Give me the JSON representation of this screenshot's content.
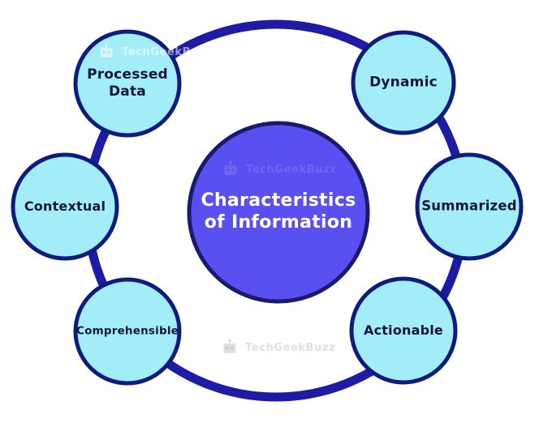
{
  "diagram": {
    "center_label": "Characteristics of Information",
    "nodes": [
      {
        "label": "Processed Data"
      },
      {
        "label": "Dynamic"
      },
      {
        "label": "Contextual"
      },
      {
        "label": "Summarized"
      },
      {
        "label": "Comprehensible"
      },
      {
        "label": "Actionable"
      }
    ],
    "colors": {
      "ring": "#1e1ba4",
      "node_fill": "#a3edf8",
      "node_border": "#0f1c7e",
      "center_fill": "#5a4ff0",
      "center_border": "#1b1b6e",
      "node_text": "#16153f",
      "center_text": "#ffffff",
      "background": "#ffffff"
    }
  },
  "watermark": {
    "text": "TechGeekBuzz",
    "icon": "robot-icon"
  }
}
